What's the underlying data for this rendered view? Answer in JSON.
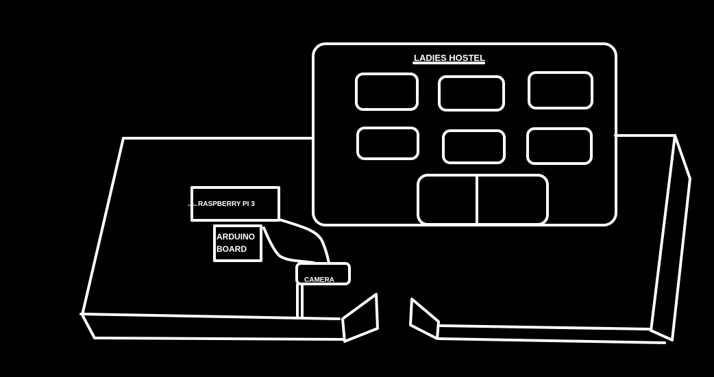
{
  "building": {
    "title": "LADIES HOSTEL"
  },
  "components": {
    "raspberry_pi": "RASPBERRY PI 3",
    "arduino_line1": "ARDUINO",
    "arduino_line2": "BOARD",
    "camera": "CAMERA"
  },
  "colors": {
    "background": "#000000",
    "line": "#ffffff"
  }
}
